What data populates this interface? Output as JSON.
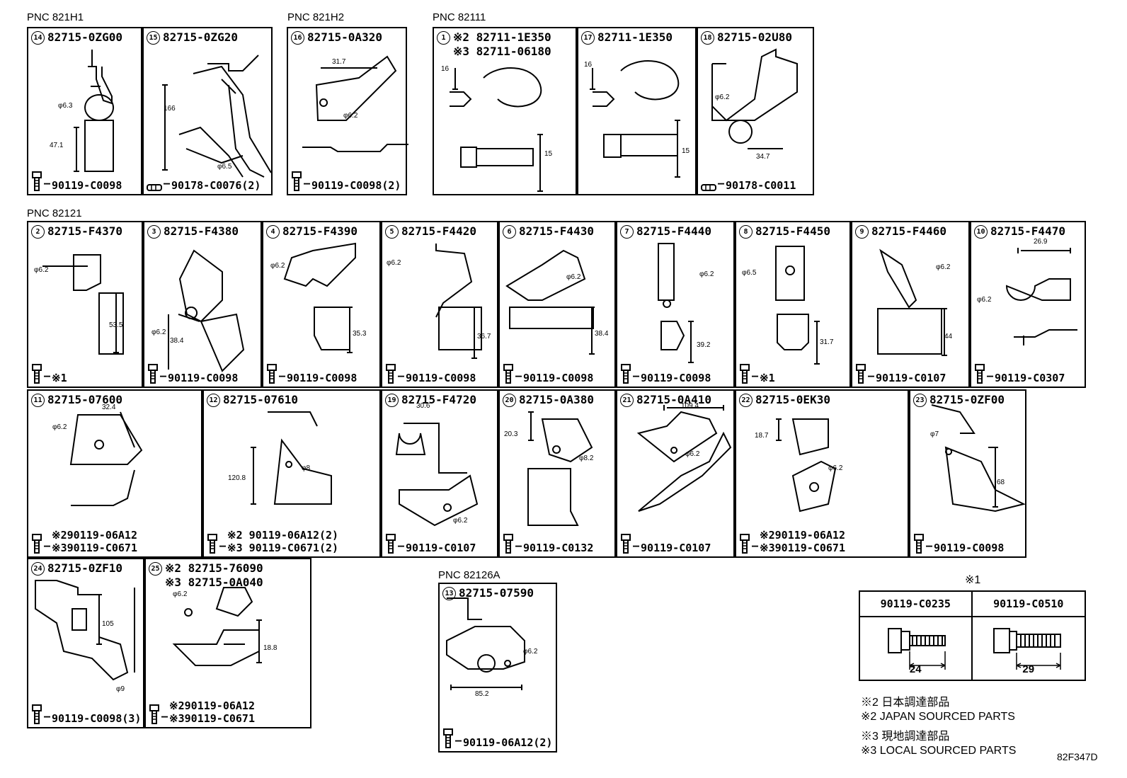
{
  "groups": [
    {
      "label": "PNC 821H1"
    },
    {
      "label": "PNC 821H2"
    },
    {
      "label": "PNC 82111"
    },
    {
      "label": "PNC 82121"
    },
    {
      "label": "PNC 82126A"
    }
  ],
  "cells": [
    {
      "num": "14",
      "part": "82715-0ZG00",
      "bolt": [
        "90119-C0098"
      ],
      "dims": [
        "φ6.3",
        "47.1"
      ]
    },
    {
      "num": "15",
      "part": "82715-0ZG20",
      "bolt": [
        "90178-C0076(2)"
      ],
      "dims": [
        "166",
        "φ6.5"
      ]
    },
    {
      "num": "16",
      "part": "82715-0A320",
      "bolt": [
        "90119-C0098(2)"
      ],
      "dims": [
        "31.7",
        "φ6.2"
      ]
    },
    {
      "num": "1",
      "part": "※2 82711-1E350\n※3 82711-06180",
      "bolt": [],
      "dims": [
        "16",
        "15"
      ]
    },
    {
      "num": "17",
      "part": "82711-1E350",
      "bolt": [],
      "dims": [
        "16",
        "15"
      ]
    },
    {
      "num": "18",
      "part": "82715-02U80",
      "bolt": [
        "90178-C0011"
      ],
      "dims": [
        "φ6.2",
        "34.7"
      ]
    },
    {
      "num": "2",
      "part": "82715-F4370",
      "bolt": [
        "※1"
      ],
      "dims": [
        "φ6.2",
        "53.5"
      ]
    },
    {
      "num": "3",
      "part": "82715-F4380",
      "bolt": [
        "90119-C0098"
      ],
      "dims": [
        "φ6.2",
        "38.4"
      ]
    },
    {
      "num": "4",
      "part": "82715-F4390",
      "bolt": [
        "90119-C0098"
      ],
      "dims": [
        "φ6.2",
        "35.3"
      ]
    },
    {
      "num": "5",
      "part": "82715-F4420",
      "bolt": [
        "90119-C0098"
      ],
      "dims": [
        "φ6.2",
        "36.7"
      ]
    },
    {
      "num": "6",
      "part": "82715-F4430",
      "bolt": [
        "90119-C0098"
      ],
      "dims": [
        "φ6.2",
        "38.4"
      ]
    },
    {
      "num": "7",
      "part": "82715-F4440",
      "bolt": [
        "90119-C0098"
      ],
      "dims": [
        "φ6.2",
        "39.2"
      ]
    },
    {
      "num": "8",
      "part": "82715-F4450",
      "bolt": [
        "※1"
      ],
      "dims": [
        "φ6.5",
        "31.7"
      ]
    },
    {
      "num": "9",
      "part": "82715-F4460",
      "bolt": [
        "90119-C0107"
      ],
      "dims": [
        "φ6.2",
        "44"
      ]
    },
    {
      "num": "10",
      "part": "82715-F4470",
      "bolt": [
        "90119-C0307"
      ],
      "dims": [
        "26.9",
        "φ6.2"
      ]
    },
    {
      "num": "11",
      "part": "82715-07600",
      "bolt": [
        "※290119-06A12",
        "※390119-C0671"
      ],
      "dims": [
        "32.4",
        "φ6.2"
      ]
    },
    {
      "num": "12",
      "part": "82715-07610",
      "bolt": [
        "※2 90119-06A12(2)",
        "※3 90119-C0671(2)"
      ],
      "dims": [
        "φ8",
        "120.8"
      ]
    },
    {
      "num": "19",
      "part": "82715-F4720",
      "bolt": [
        "90119-C0107"
      ],
      "dims": [
        "30.6",
        "φ6.2"
      ]
    },
    {
      "num": "20",
      "part": "82715-0A380",
      "bolt": [
        "90119-C0132"
      ],
      "dims": [
        "20.3",
        "φ8.2"
      ]
    },
    {
      "num": "21",
      "part": "82715-0A410",
      "bolt": [
        "90119-C0107"
      ],
      "dims": [
        "109.4",
        "φ6.2"
      ]
    },
    {
      "num": "22",
      "part": "82715-0EK30",
      "bolt": [
        "※290119-06A12",
        "※390119-C0671"
      ],
      "dims": [
        "18.7",
        "φ6.2"
      ]
    },
    {
      "num": "23",
      "part": "82715-0ZF00",
      "bolt": [
        "90119-C0098"
      ],
      "dims": [
        "φ7",
        "68"
      ]
    },
    {
      "num": "24",
      "part": "82715-0ZF10",
      "bolt": [
        "90119-C0098(3)"
      ],
      "dims": [
        "105",
        "φ9"
      ]
    },
    {
      "num": "25",
      "part": "※2 82715-76090\n※3 82715-0A040",
      "bolt": [
        "※290119-06A12",
        "※390119-C0671"
      ],
      "dims": [
        "φ6.2",
        "18.8"
      ]
    },
    {
      "num": "13",
      "part": "82715-07590",
      "bolt": [
        "90119-06A12(2)"
      ],
      "dims": [
        "φ6.2",
        "85.2"
      ]
    }
  ],
  "legend": {
    "mark": "※1",
    "bolts": [
      {
        "part": "90119-C0235",
        "length": "24"
      },
      {
        "part": "90119-C0510",
        "length": "29"
      }
    ]
  },
  "notes": [
    "※2 日本調達部品",
    "※2 JAPAN SOURCED PARTS",
    "※3 現地調達部品",
    "※3 LOCAL SOURCED PARTS"
  ],
  "drawing_code": "82F347D"
}
